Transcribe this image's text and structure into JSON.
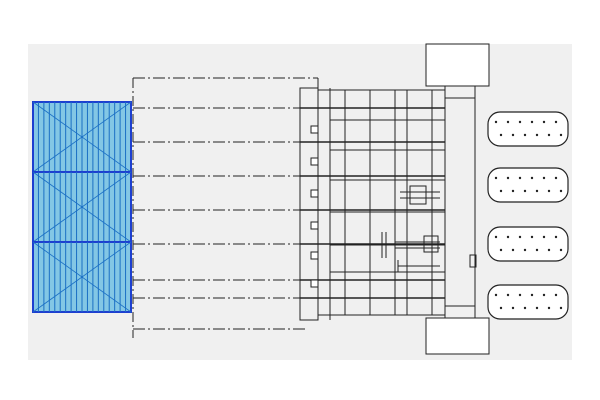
{
  "drawing": {
    "colors": {
      "background": "#ffffff",
      "frame": "#f0f0f0",
      "line": "#222222",
      "rack_fill": "#2aa6dc",
      "rack_edge": "#1d3fd0",
      "rack_mesh": "#1a6fc4"
    },
    "rack": {
      "panels": 3,
      "slats_per_panel": 18
    },
    "rollers": {
      "count": 4,
      "dot_rows": 2,
      "dots_per_row": 6
    },
    "rails": {
      "count": 7
    },
    "bolts": {
      "count": 6
    }
  }
}
